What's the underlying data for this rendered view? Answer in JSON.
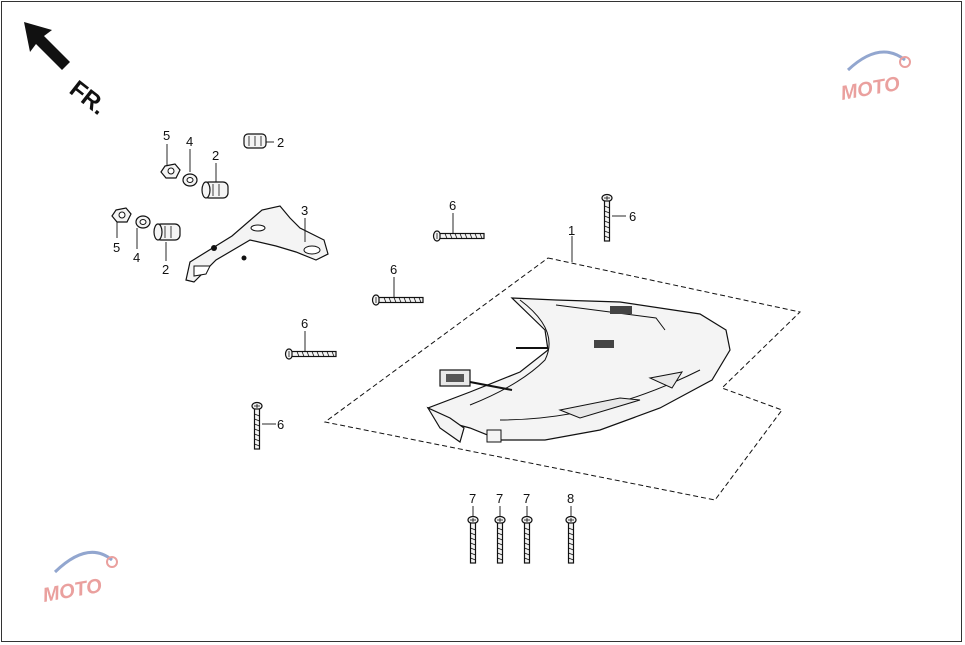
{
  "orientation": {
    "text": "FR.",
    "icon": "arrow-up-left-icon"
  },
  "watermark": {
    "text": "MOTO",
    "colors": {
      "accent": "#d9534f",
      "secondary": "#3a5fa8"
    }
  },
  "callouts": {
    "c1": "1",
    "c2a": "2",
    "c2b": "2",
    "c2c": "2",
    "c3": "3",
    "c4a": "4",
    "c4b": "4",
    "c5a": "5",
    "c5b": "5",
    "c6a": "6",
    "c6b": "6",
    "c6c": "6",
    "c6d": "6",
    "c6e": "6",
    "c7a": "7",
    "c7b": "7",
    "c7c": "7",
    "c8": "8"
  }
}
